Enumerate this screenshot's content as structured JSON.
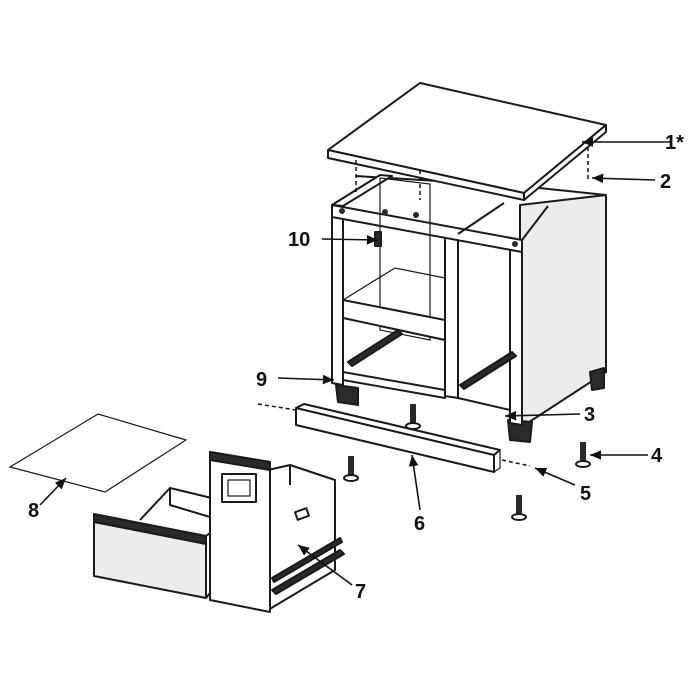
{
  "callouts": [
    {
      "id": "1",
      "text": "1*"
    },
    {
      "id": "2",
      "text": "2"
    },
    {
      "id": "3",
      "text": "3"
    },
    {
      "id": "4",
      "text": "4"
    },
    {
      "id": "5",
      "text": "5"
    },
    {
      "id": "6",
      "text": "6"
    },
    {
      "id": "7",
      "text": "7"
    },
    {
      "id": "8",
      "text": "8"
    },
    {
      "id": "9",
      "text": "9"
    },
    {
      "id": "10",
      "text": "10"
    }
  ]
}
